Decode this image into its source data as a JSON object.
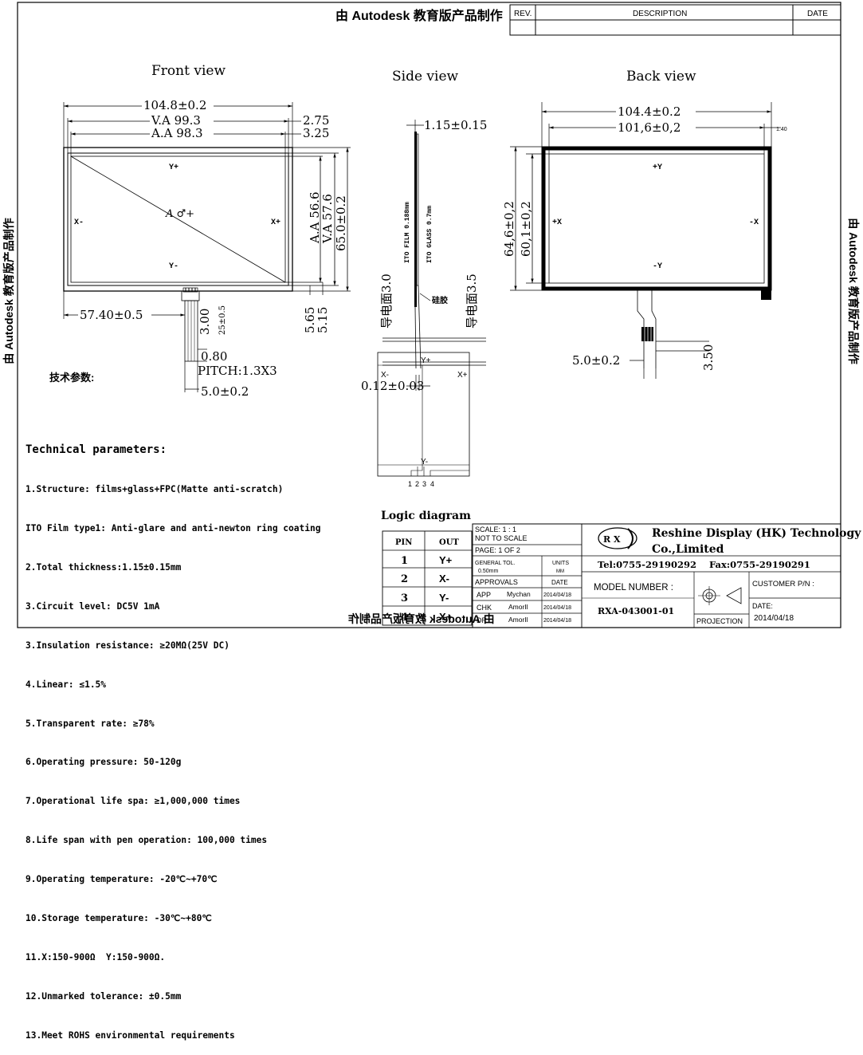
{
  "watermark": "由 Autodesk 教育版产品制作",
  "revision_block": {
    "rev": "REV.",
    "description": "DESCRIPTION",
    "date": "DATE"
  },
  "front_view": {
    "title": "Front view",
    "dim_width": "104.8±0.2",
    "dim_va": "V.A 99.3",
    "dim_aa": "A.A 98.3",
    "dim_275": "2.75",
    "dim_325": "3.25",
    "dim_aa_h": "A.A 56.6",
    "dim_va_h": "V.A 57.6",
    "dim_h": "65.0±0.2",
    "dim_565": "5.65",
    "dim_515": "5.15",
    "dim_fpc_pos": "57.40±0.5",
    "dim_300": "3.00",
    "dim_25": "25±0.5",
    "dim_080": "0.80",
    "dim_pitch": "PITCH:1.3X3",
    "dim_fpc_w": "5.0±0.2",
    "label_yp": "Y+",
    "label_ym": "Y-",
    "label_xm": "X-",
    "label_xp": "X+",
    "label_center": "A ♂+"
  },
  "side_view": {
    "title": "Side view",
    "dim_thick": "1.15±0.15",
    "ito_film": "ITO FILM 0.188mm",
    "ito_glass": "ITO GLASS 0.7mm",
    "dim_left": "导电面3.0",
    "dim_right": "导电面3.5",
    "glue": "硅胶",
    "dim_012": "0.12±0.03"
  },
  "back_view": {
    "title": "Back view",
    "dim_w": "104.4±0.2",
    "dim_w2": "101,6±0,2",
    "dim_140": "1.40",
    "dim_h": "64,6±0,2",
    "dim_h2": "60,1±0,2",
    "label_yp": "+Y",
    "label_ym": "-Y",
    "label_xp": "+X",
    "label_xm": "-X",
    "dim_fpc": "5.0±0.2",
    "dim_350": "3.50"
  },
  "tech_label_cn": "技术参数:",
  "technical": {
    "heading": "Technical parameters:",
    "lines": [
      "1.Structure: films+glass+FPC(Matte anti-scratch)",
      "ITO Film type1: Anti-glare and anti-newton ring coating",
      "2.Total thickness:1.15±0.15mm",
      "3.Circuit level: DC5V 1mA",
      "3.Insulation resistance: ≥20MΩ(25V DC)",
      "4.Linear: ≤1.5%",
      "5.Transparent rate: ≥78%",
      "6.Operating pressure: 50-120g",
      "7.Operational life spa: ≥1,000,000 times",
      "8.Life span with pen operation: 100,000 times",
      "9.Operating temperature: -20℃~+70℃",
      "10.Storage temperature: -30℃~+80℃",
      "11.X:150-900Ω  Y:150-900Ω.",
      "12.Unmarked tolerance: ±0.5mm",
      "13.Meet ROHS environmental requirements"
    ]
  },
  "logic_diagram": {
    "title": "Logic diagram",
    "yp": "Y+",
    "ym": "Y-",
    "xm": "X-",
    "xp": "X+",
    "pins": [
      "1",
      "2",
      "3",
      "4"
    ]
  },
  "pin_table": {
    "headers": [
      "PIN",
      "OUT"
    ],
    "rows": [
      [
        "1",
        "Y+"
      ],
      [
        "2",
        "X-"
      ],
      [
        "3",
        "Y-"
      ],
      [
        "4",
        "X+"
      ]
    ]
  },
  "title_block": {
    "scale": "SCALE: 1 : 1",
    "not_to_scale": "NOT TO SCALE",
    "page": "PAGE: 1 OF 2",
    "general_tol": "GENERAL TOL.",
    "tol_value": "0.50mm",
    "units": "UNITS",
    "units_value": "MM",
    "approvals": "APPROVALS",
    "date_hdr": "DATE",
    "app": "APP",
    "app_name": "Mychan",
    "app_date": "2014/04/18",
    "chk": "CHK",
    "chk_name": "AmorIl",
    "chk_date": "2014/04/18",
    "dr": "DR",
    "dr_name": "AmorIl",
    "dr_date": "2014/04/18",
    "logo": "R X",
    "company1": "Reshine Display (HK) Technology",
    "company2": "Co.,Limited",
    "tel": "Tel:0755-29190292",
    "fax": "Fax:0755-29190291",
    "model_label": "MODEL NUMBER :",
    "model": "RXA-043001-01",
    "customer_pn": "CUSTOMER P/N :",
    "date_label": "DATE:",
    "date": "2014/04/18",
    "projection": "PROJECTION"
  }
}
